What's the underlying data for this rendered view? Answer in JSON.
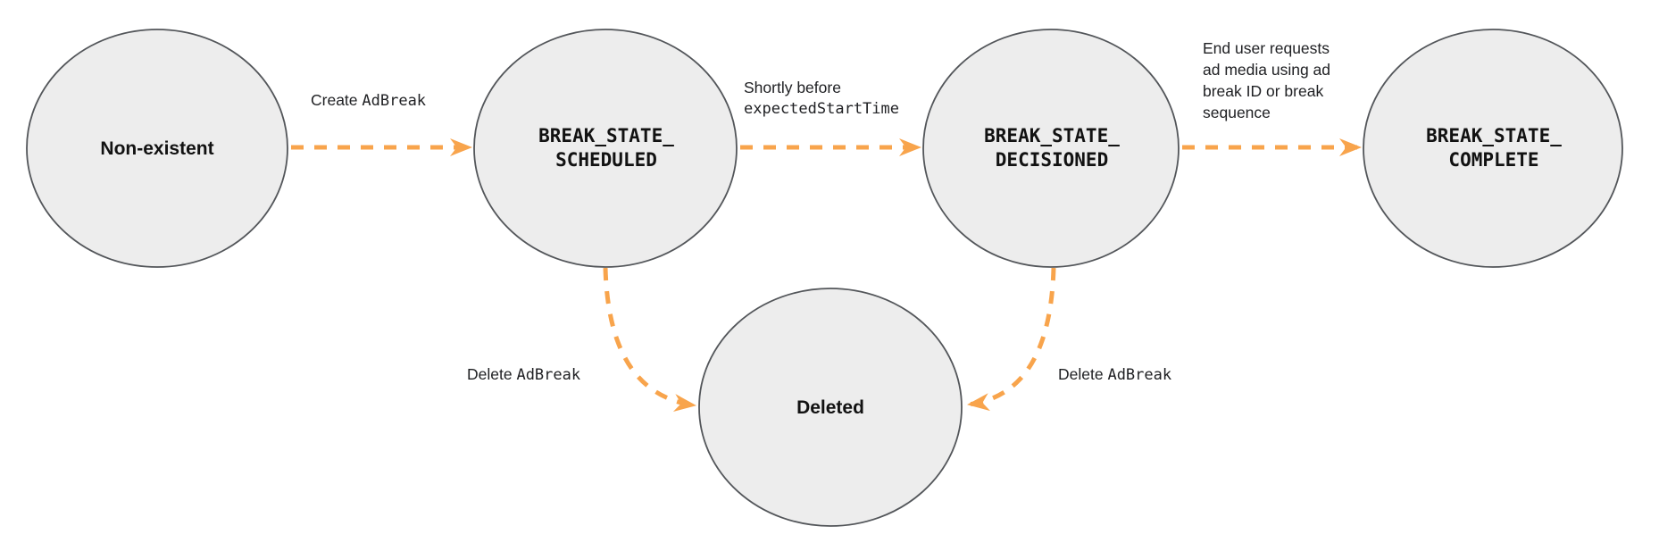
{
  "diagram": {
    "type": "state-diagram",
    "description": "Ad break lifecycle state transitions",
    "colors": {
      "arrow": "#F8A44C",
      "node_fill": "#EDEDED",
      "node_border": "#53565A",
      "node_text": "#121212",
      "label_text": "#202124",
      "background": "#FFFFFF"
    },
    "nodes": {
      "non_existent": {
        "label": "Non-existent"
      },
      "scheduled": {
        "line1": "BREAK_STATE_",
        "line2": "SCHEDULED"
      },
      "decisioned": {
        "line1": "BREAK_STATE_",
        "line2": "DECISIONED"
      },
      "complete": {
        "line1": "BREAK_STATE_",
        "line2": "COMPLETE"
      },
      "deleted": {
        "label": "Deleted"
      }
    },
    "edges": {
      "create": {
        "prefix": "Create ",
        "code": "AdBreak"
      },
      "decision": {
        "line1": "Shortly before",
        "line2_code": "expectedStartTime"
      },
      "complete_request": {
        "lines": [
          "End user requests",
          "ad media using ad",
          "break ID or break",
          "sequence"
        ]
      },
      "delete_from_scheduled": {
        "prefix": "Delete ",
        "code": "AdBreak"
      },
      "delete_from_decisioned": {
        "prefix": "Delete ",
        "code": "AdBreak"
      }
    }
  }
}
